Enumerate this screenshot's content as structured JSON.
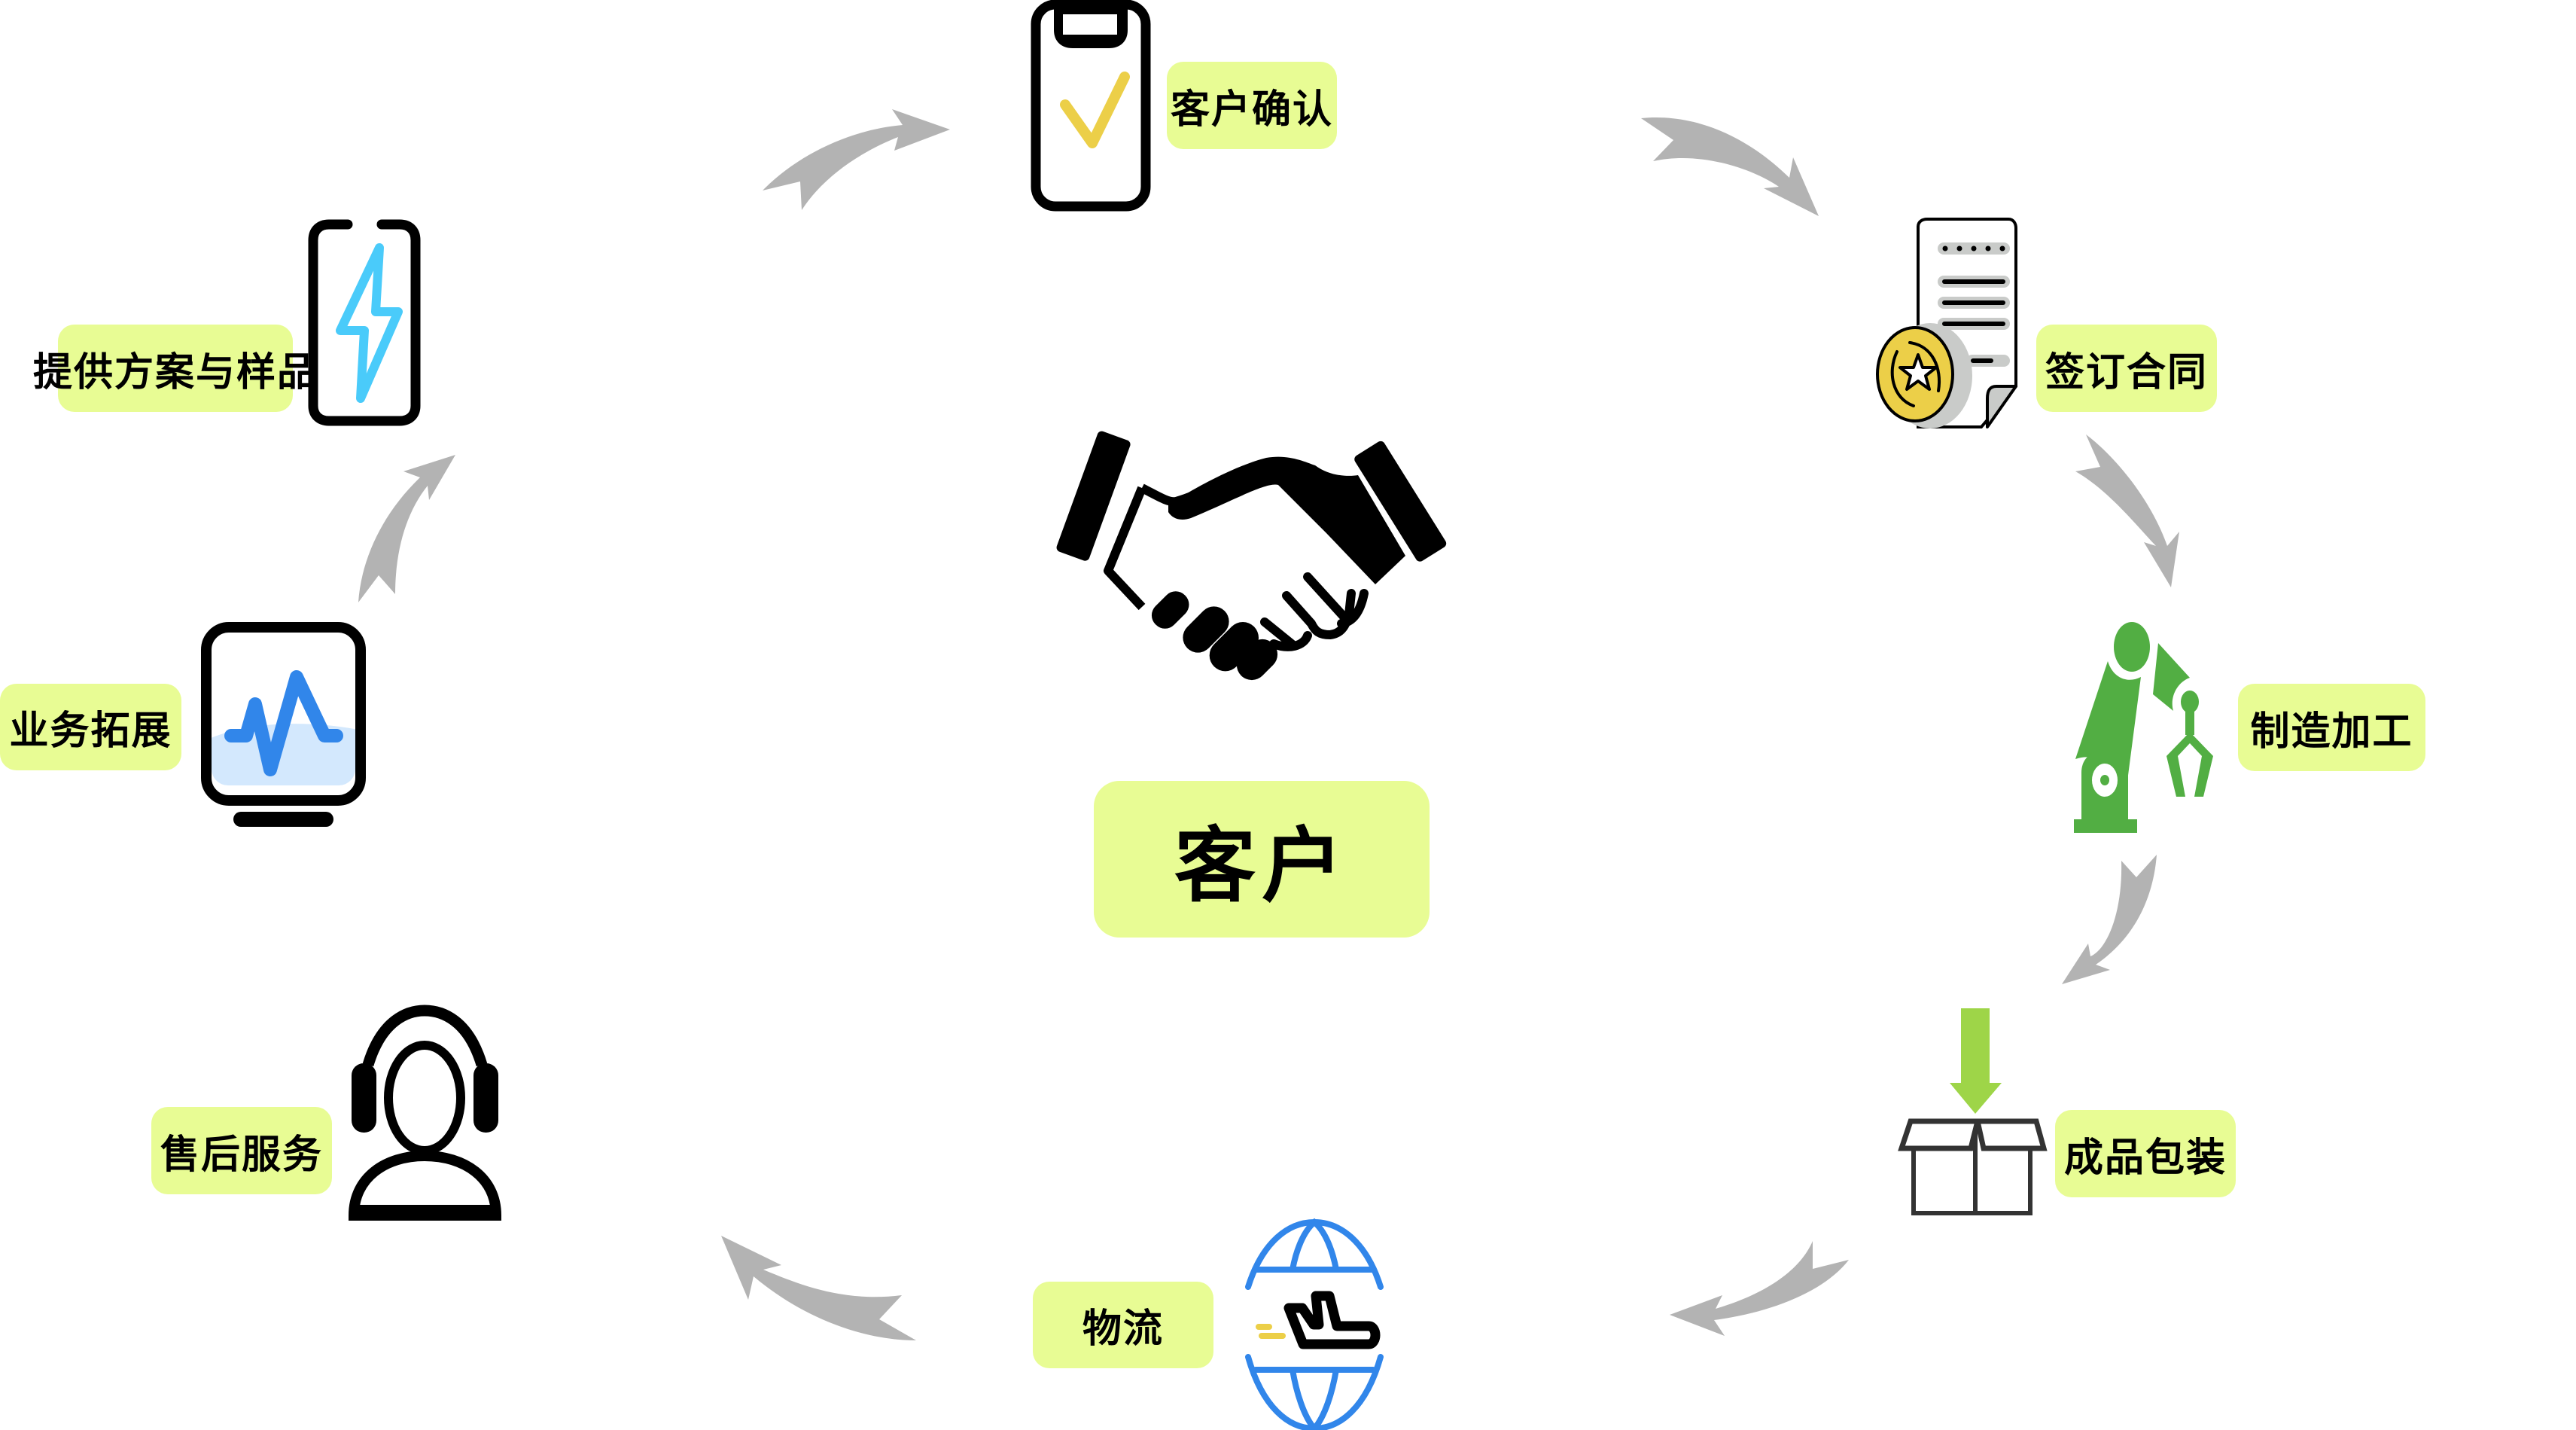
{
  "center": {
    "label": "客户",
    "icon": "handshake-icon"
  },
  "steps": [
    {
      "label": "客户确认",
      "icon": "clipboard-check-icon"
    },
    {
      "label": "签订合同",
      "icon": "contract-document-icon"
    },
    {
      "label": "制造加工",
      "icon": "robot-arm-icon"
    },
    {
      "label": "成品包装",
      "icon": "package-box-icon"
    },
    {
      "label": "物流",
      "icon": "globe-airplane-icon"
    },
    {
      "label": "售后服务",
      "icon": "headset-agent-icon"
    },
    {
      "label": "业务拓展",
      "icon": "monitor-chart-icon"
    },
    {
      "label": "提供方案与样品",
      "icon": "phone-lightning-icon"
    }
  ],
  "colors": {
    "label_bg": "#e8fc94",
    "arrow": "#b3b3b3",
    "check": "#eccf48",
    "lightning": "#4acbfa",
    "robot": "#52ae43",
    "box_arrow": "#9ed548",
    "globe": "#3186ea",
    "pulse": "#3186ea",
    "pulse_fill": "#d3e8fd",
    "coin": "#eccf48"
  }
}
